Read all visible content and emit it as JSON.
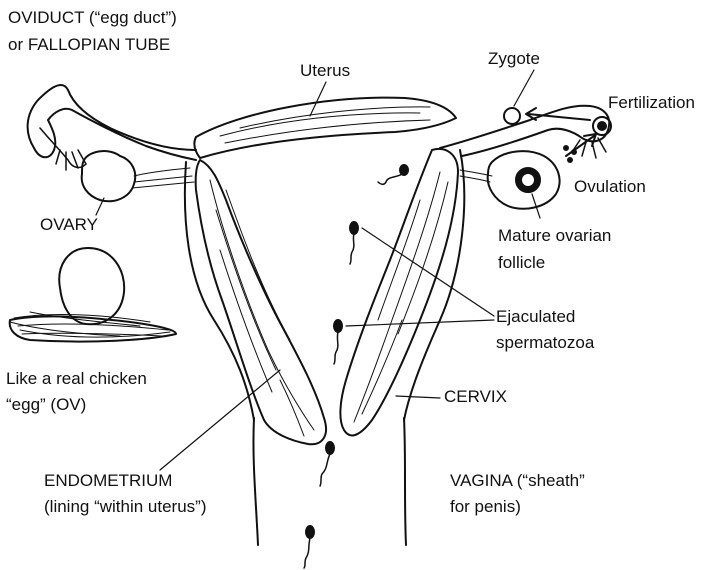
{
  "labels": {
    "oviduct_line1": "OVIDUCT (“egg duct”)",
    "oviduct_line2": "or FALLOPIAN TUBE",
    "uterus": "Uterus",
    "zygote": "Zygote",
    "fertilization": "Fertilization",
    "ovulation": "Ovulation",
    "ovary": "OVARY",
    "follicle_line1": "Mature ovarian",
    "follicle_line2": "follicle",
    "sperm_line1": "Ejaculated",
    "sperm_line2": "spermatozoa",
    "chicken_line1": "Like a real chicken",
    "chicken_line2": "“egg” (OV)",
    "cervix": "CERVIX",
    "endometrium_line1": "ENDOMETRIUM",
    "endometrium_line2": "(lining “within uterus”)",
    "vagina_line1": "VAGINA (“sheath”",
    "vagina_line2": "for penis)"
  },
  "colors": {
    "ink": "#111111",
    "background": "#ffffff"
  }
}
